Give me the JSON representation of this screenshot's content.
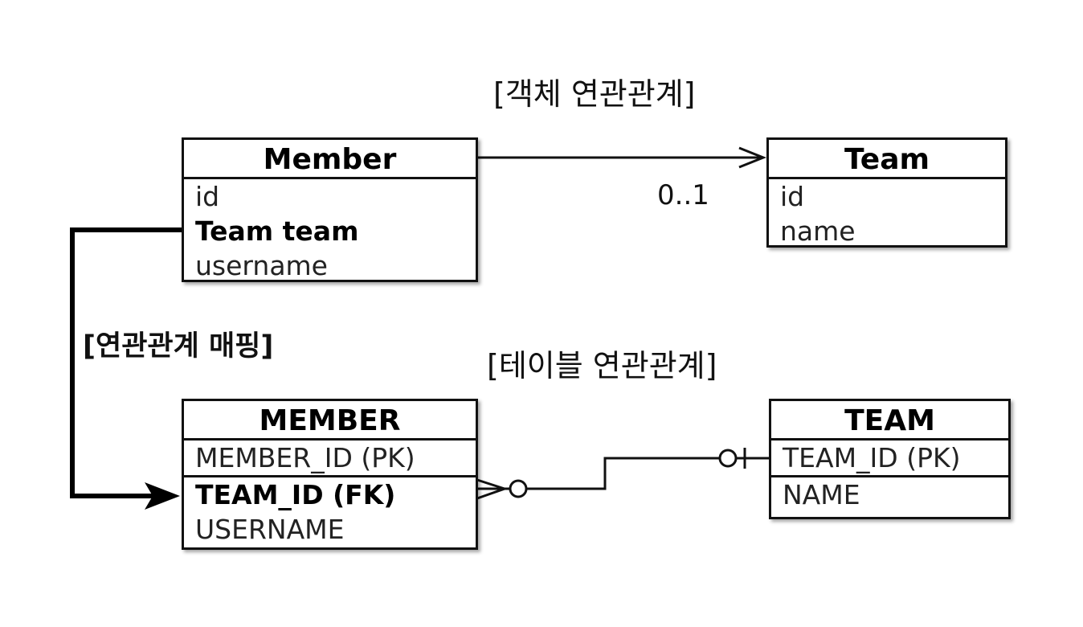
{
  "labels": {
    "object_relation": "[객체 연관관계]",
    "table_relation": "[테이블 연관관계]",
    "mapping": "[연관관계 매핑]",
    "multiplicity": "0..1"
  },
  "member_object": {
    "title": "Member",
    "fields": [
      "id",
      "Team team",
      "username"
    ]
  },
  "team_object": {
    "title": "Team",
    "fields": [
      "id",
      "name"
    ]
  },
  "member_table": {
    "title": "MEMBER",
    "pk": "MEMBER_ID (PK)",
    "fields": [
      "TEAM_ID (FK)",
      "USERNAME"
    ]
  },
  "team_table": {
    "title": "TEAM",
    "pk": "TEAM_ID (PK)",
    "fields": [
      "NAME"
    ]
  }
}
